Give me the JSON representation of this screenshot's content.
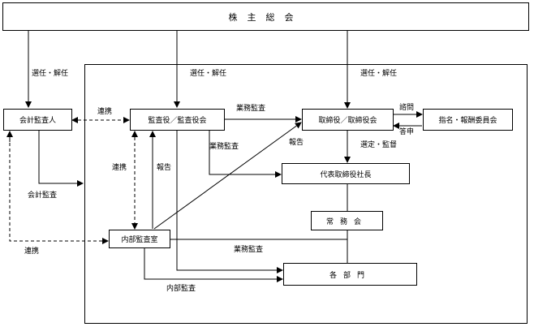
{
  "boxes": {
    "shareholders": "株主総会",
    "accounting_auditor": "会計監査人",
    "audit_board": "監査役／監査役会",
    "board": "取締役／取締役会",
    "nomination": "指名・報酬委員会",
    "president": "代表取締役社長",
    "executive_committee": "常務会",
    "internal_audit": "内部監査室",
    "departments": "各部門"
  },
  "labels": {
    "appoint_1": "選任・解任",
    "appoint_2": "選任・解任",
    "appoint_3": "選任・解任",
    "coop_top": "連携",
    "coop_mid": "連携",
    "coop_bottom": "連携",
    "business_audit_1": "業務監査",
    "business_audit_2": "業務監査",
    "business_audit_3": "業務監査",
    "report_1": "報告",
    "report_2": "報告",
    "inquiry": "諮問",
    "reply": "答申",
    "appoint_supervise": "選定・監督",
    "accounting_audit": "会計監査",
    "internal_audit_label": "内部監査"
  }
}
